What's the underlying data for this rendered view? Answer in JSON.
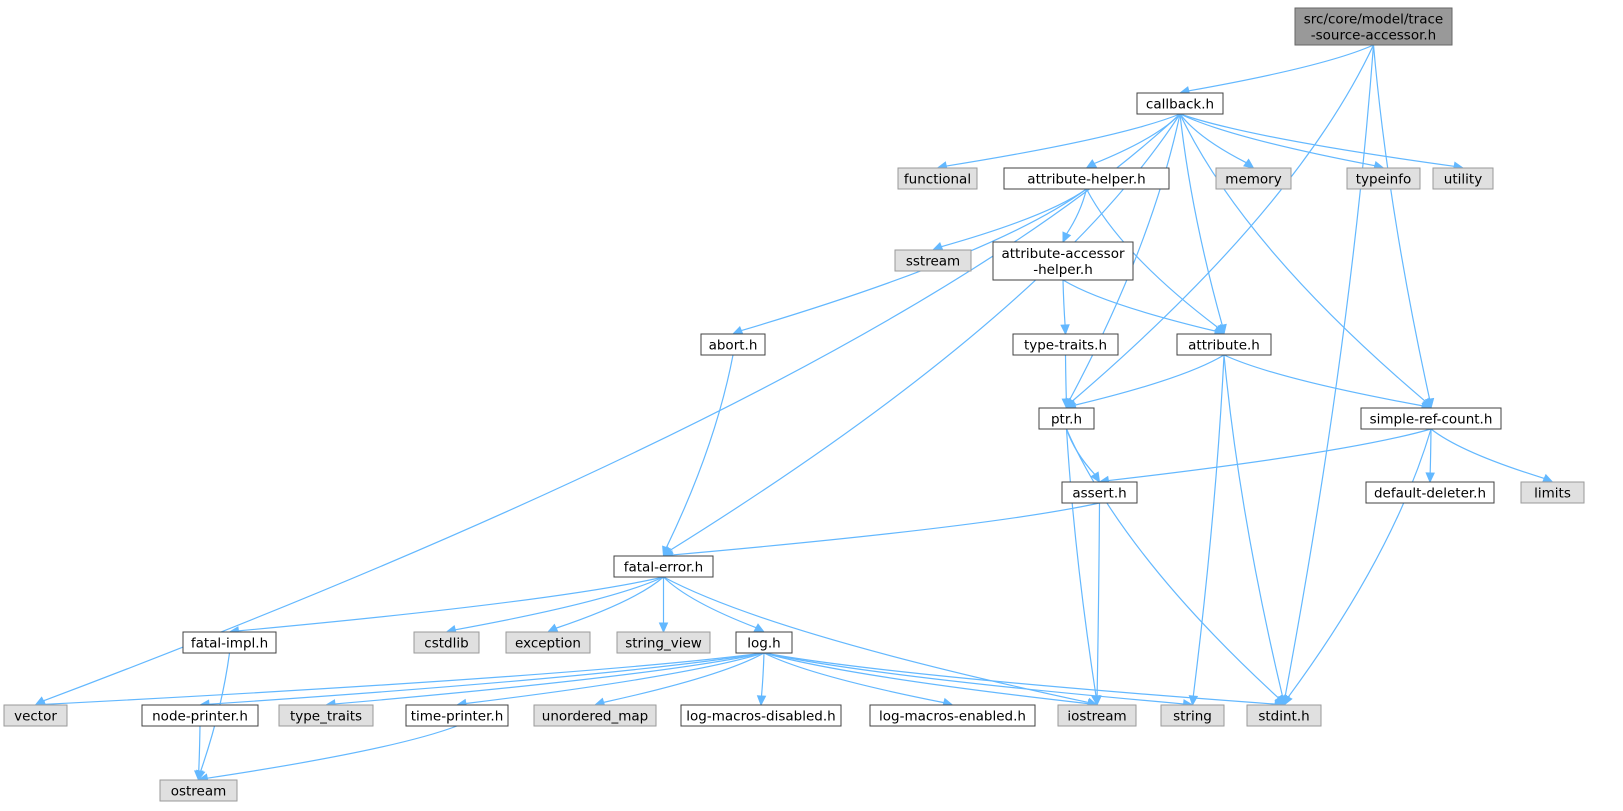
{
  "colors": {
    "root_fill": "#999999",
    "local_fill": "#ffffff",
    "system_fill": "#e0e0e0",
    "edge": "#63b8ff",
    "border": "#404040"
  },
  "nodes": [
    {
      "id": "root",
      "kind": "root",
      "lines": [
        "src/core/model/trace",
        "-source-accessor.h"
      ]
    },
    {
      "id": "callback",
      "kind": "local",
      "lines": [
        "callback.h"
      ]
    },
    {
      "id": "functional",
      "kind": "sys",
      "lines": [
        "functional"
      ]
    },
    {
      "id": "attrhelper",
      "kind": "local",
      "lines": [
        "attribute-helper.h"
      ]
    },
    {
      "id": "memory",
      "kind": "sys",
      "lines": [
        "memory"
      ]
    },
    {
      "id": "typeinfo",
      "kind": "sys",
      "lines": [
        "typeinfo"
      ]
    },
    {
      "id": "utility",
      "kind": "sys",
      "lines": [
        "utility"
      ]
    },
    {
      "id": "sstream",
      "kind": "sys",
      "lines": [
        "sstream"
      ]
    },
    {
      "id": "attraccessor",
      "kind": "local",
      "lines": [
        "attribute-accessor",
        "-helper.h"
      ]
    },
    {
      "id": "abort",
      "kind": "local",
      "lines": [
        "abort.h"
      ]
    },
    {
      "id": "typetraitsh",
      "kind": "local",
      "lines": [
        "type-traits.h"
      ]
    },
    {
      "id": "attribute",
      "kind": "local",
      "lines": [
        "attribute.h"
      ]
    },
    {
      "id": "ptr",
      "kind": "local",
      "lines": [
        "ptr.h"
      ]
    },
    {
      "id": "simpleref",
      "kind": "local",
      "lines": [
        "simple-ref-count.h"
      ]
    },
    {
      "id": "assert",
      "kind": "local",
      "lines": [
        "assert.h"
      ]
    },
    {
      "id": "defdeleter",
      "kind": "local",
      "lines": [
        "default-deleter.h"
      ]
    },
    {
      "id": "limits",
      "kind": "sys",
      "lines": [
        "limits"
      ]
    },
    {
      "id": "fatalerror",
      "kind": "local",
      "lines": [
        "fatal-error.h"
      ]
    },
    {
      "id": "fatalimpl",
      "kind": "local",
      "lines": [
        "fatal-impl.h"
      ]
    },
    {
      "id": "cstdlib",
      "kind": "sys",
      "lines": [
        "cstdlib"
      ]
    },
    {
      "id": "exception",
      "kind": "sys",
      "lines": [
        "exception"
      ]
    },
    {
      "id": "stringview",
      "kind": "sys",
      "lines": [
        "string_view"
      ]
    },
    {
      "id": "log",
      "kind": "local",
      "lines": [
        "log.h"
      ]
    },
    {
      "id": "vector",
      "kind": "sys",
      "lines": [
        "vector"
      ]
    },
    {
      "id": "nodeprinter",
      "kind": "local",
      "lines": [
        "node-printer.h"
      ]
    },
    {
      "id": "typetraits",
      "kind": "sys",
      "lines": [
        "type_traits"
      ]
    },
    {
      "id": "timeprinter",
      "kind": "local",
      "lines": [
        "time-printer.h"
      ]
    },
    {
      "id": "unorderedmap",
      "kind": "sys",
      "lines": [
        "unordered_map"
      ]
    },
    {
      "id": "logdisabled",
      "kind": "local",
      "lines": [
        "log-macros-disabled.h"
      ]
    },
    {
      "id": "logenabled",
      "kind": "local",
      "lines": [
        "log-macros-enabled.h"
      ]
    },
    {
      "id": "iostream",
      "kind": "sys",
      "lines": [
        "iostream"
      ]
    },
    {
      "id": "string",
      "kind": "sys",
      "lines": [
        "string"
      ]
    },
    {
      "id": "stdint",
      "kind": "sys",
      "lines": [
        "stdint.h"
      ]
    },
    {
      "id": "ostream",
      "kind": "sys",
      "lines": [
        "ostream"
      ]
    }
  ],
  "edges": [
    {
      "from": "root",
      "to": "callback"
    },
    {
      "from": "root",
      "to": "ptr"
    },
    {
      "from": "root",
      "to": "simpleref"
    },
    {
      "from": "root",
      "to": "stdint"
    },
    {
      "from": "callback",
      "to": "functional"
    },
    {
      "from": "callback",
      "to": "attrhelper"
    },
    {
      "from": "callback",
      "to": "memory"
    },
    {
      "from": "callback",
      "to": "typeinfo"
    },
    {
      "from": "callback",
      "to": "utility"
    },
    {
      "from": "callback",
      "to": "attribute"
    },
    {
      "from": "callback",
      "to": "ptr"
    },
    {
      "from": "callback",
      "to": "simpleref"
    },
    {
      "from": "callback",
      "to": "fatalerror"
    },
    {
      "from": "callback",
      "to": "vector"
    },
    {
      "from": "attrhelper",
      "to": "sstream"
    },
    {
      "from": "attrhelper",
      "to": "attraccessor"
    },
    {
      "from": "attrhelper",
      "to": "abort"
    },
    {
      "from": "attrhelper",
      "to": "attribute"
    },
    {
      "from": "attraccessor",
      "to": "typetraitsh"
    },
    {
      "from": "attraccessor",
      "to": "attribute"
    },
    {
      "from": "typetraitsh",
      "to": "ptr"
    },
    {
      "from": "abort",
      "to": "fatalerror"
    },
    {
      "from": "attribute",
      "to": "ptr"
    },
    {
      "from": "attribute",
      "to": "simpleref"
    },
    {
      "from": "attribute",
      "to": "string"
    },
    {
      "from": "attribute",
      "to": "stdint"
    },
    {
      "from": "ptr",
      "to": "assert"
    },
    {
      "from": "ptr",
      "to": "iostream"
    },
    {
      "from": "ptr",
      "to": "stdint"
    },
    {
      "from": "simpleref",
      "to": "assert"
    },
    {
      "from": "simpleref",
      "to": "defdeleter"
    },
    {
      "from": "simpleref",
      "to": "limits"
    },
    {
      "from": "simpleref",
      "to": "stdint"
    },
    {
      "from": "assert",
      "to": "fatalerror"
    },
    {
      "from": "assert",
      "to": "iostream"
    },
    {
      "from": "fatalerror",
      "to": "fatalimpl"
    },
    {
      "from": "fatalerror",
      "to": "cstdlib"
    },
    {
      "from": "fatalerror",
      "to": "exception"
    },
    {
      "from": "fatalerror",
      "to": "stringview"
    },
    {
      "from": "fatalerror",
      "to": "log"
    },
    {
      "from": "fatalerror",
      "to": "iostream"
    },
    {
      "from": "fatalimpl",
      "to": "ostream"
    },
    {
      "from": "log",
      "to": "vector"
    },
    {
      "from": "log",
      "to": "nodeprinter"
    },
    {
      "from": "log",
      "to": "typetraits"
    },
    {
      "from": "log",
      "to": "timeprinter"
    },
    {
      "from": "log",
      "to": "unorderedmap"
    },
    {
      "from": "log",
      "to": "logdisabled"
    },
    {
      "from": "log",
      "to": "logenabled"
    },
    {
      "from": "log",
      "to": "iostream"
    },
    {
      "from": "log",
      "to": "string"
    },
    {
      "from": "log",
      "to": "stdint"
    },
    {
      "from": "nodeprinter",
      "to": "ostream"
    },
    {
      "from": "timeprinter",
      "to": "ostream"
    }
  ]
}
